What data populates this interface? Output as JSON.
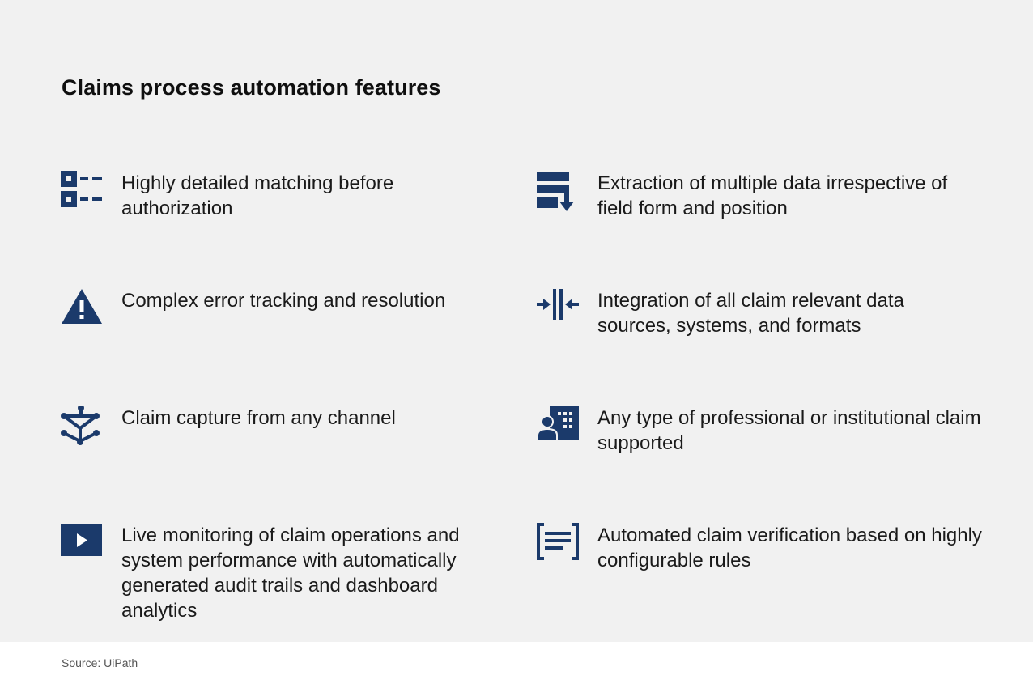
{
  "title": "Claims process automation features",
  "accent_color": "#1b3a6b",
  "features": [
    {
      "icon": "checklist-icon",
      "text": "Highly detailed matching before authorization"
    },
    {
      "icon": "data-extraction-icon",
      "text": "Extraction of multiple data irrespective of field form and position"
    },
    {
      "icon": "warning-icon",
      "text": "Complex error tracking and resolution"
    },
    {
      "icon": "merge-icon",
      "text": "Integration of all claim relevant data sources, systems, and formats"
    },
    {
      "icon": "network-icon",
      "text": "Claim capture from any channel"
    },
    {
      "icon": "building-person-icon",
      "text": "Any type of professional or institutional claim supported"
    },
    {
      "icon": "video-play-icon",
      "text": "Live monitoring of claim operations and system performance with automatically generated audit trails and dashboard analytics"
    },
    {
      "icon": "document-rules-icon",
      "text": "Automated claim verification based on highly configurable rules"
    }
  ],
  "source": "Source: UiPath"
}
